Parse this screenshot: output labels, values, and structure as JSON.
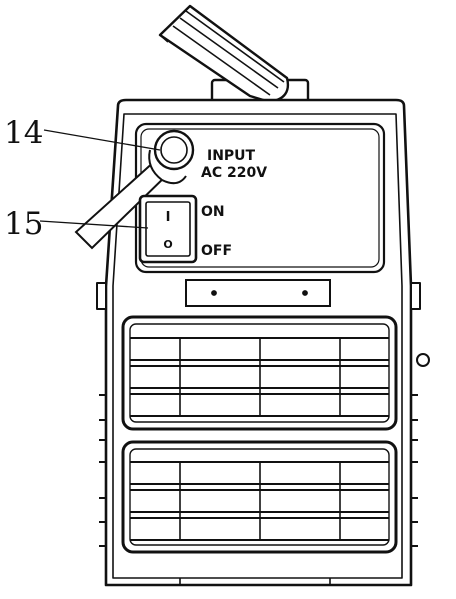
{
  "callouts": [
    {
      "number": "14"
    },
    {
      "number": "15"
    }
  ],
  "panel": {
    "input_label": "INPUT",
    "voltage_label": "AC 220V",
    "switch_on_label": "ON",
    "switch_off_label": "OFF",
    "switch_on_symbol": "I",
    "switch_off_symbol": "O"
  }
}
